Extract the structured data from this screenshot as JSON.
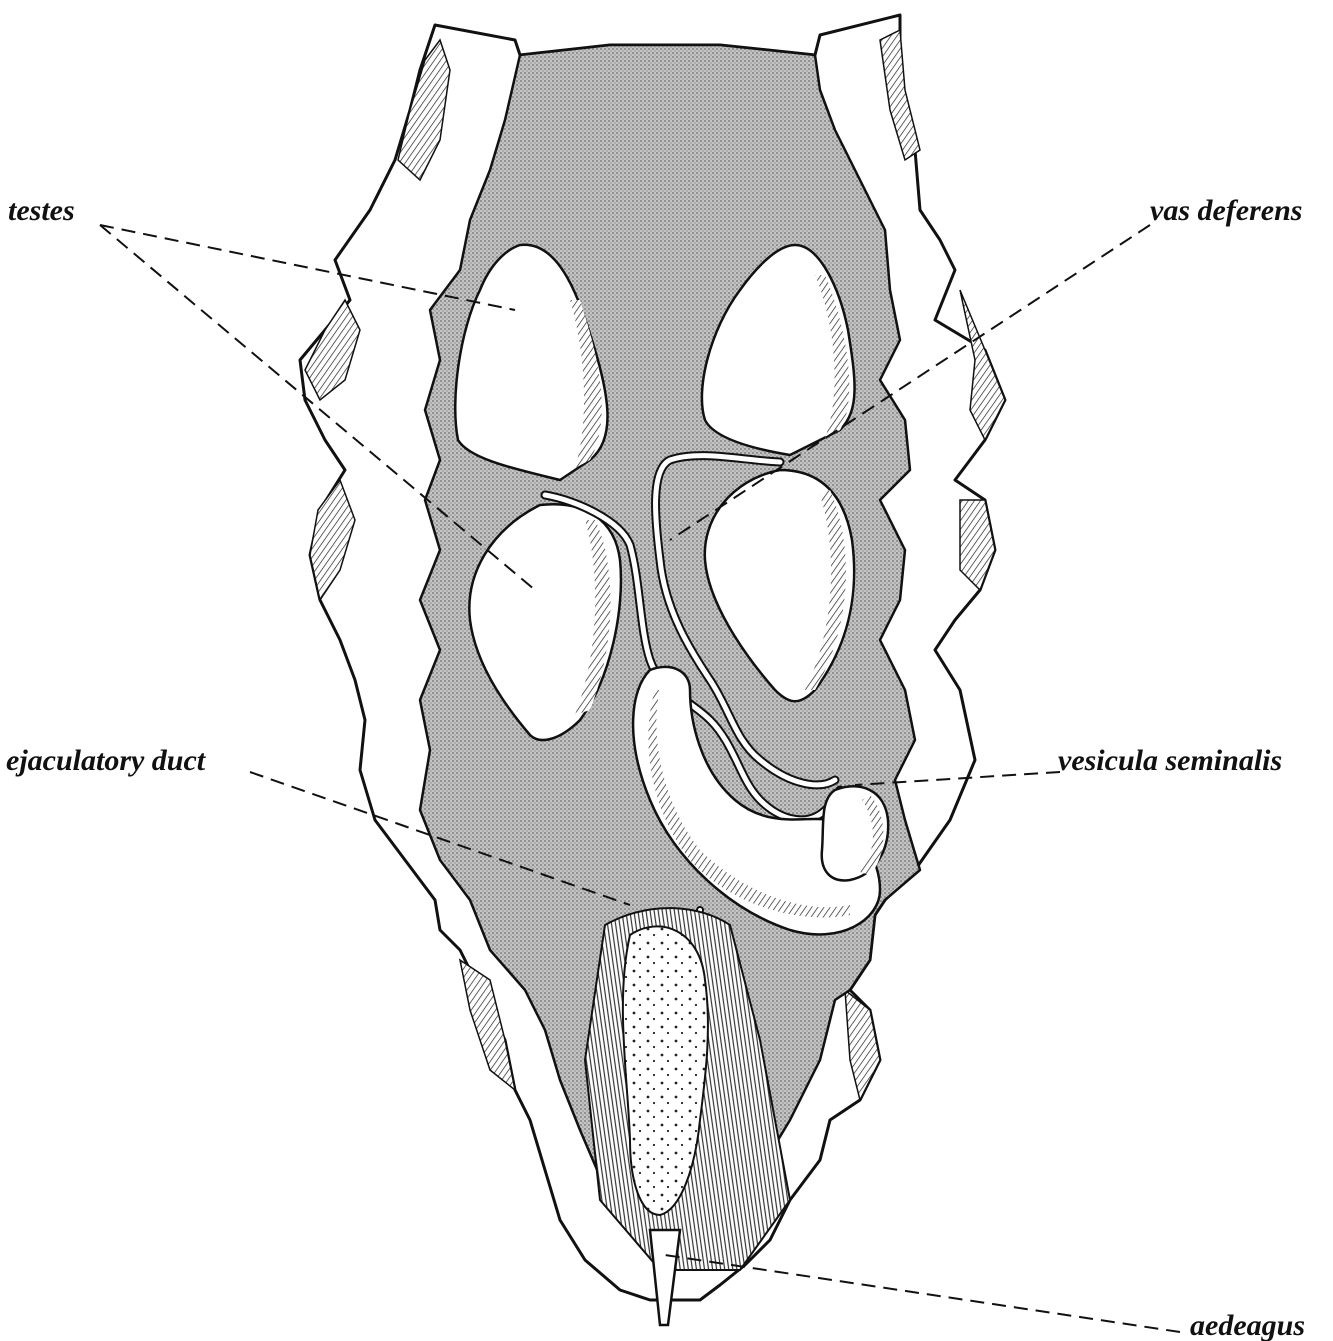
{
  "labels": {
    "testes": "testes",
    "vas_deferens": "vas deferens",
    "ejaculatory_duct": "ejaculatory duct",
    "vesicula_seminalis": "vesicula seminalis",
    "aedeagus": "aedeagus"
  },
  "colors": {
    "ink": "#111111",
    "body_cavity": "#b3b3b3",
    "paper": "#ffffff"
  }
}
